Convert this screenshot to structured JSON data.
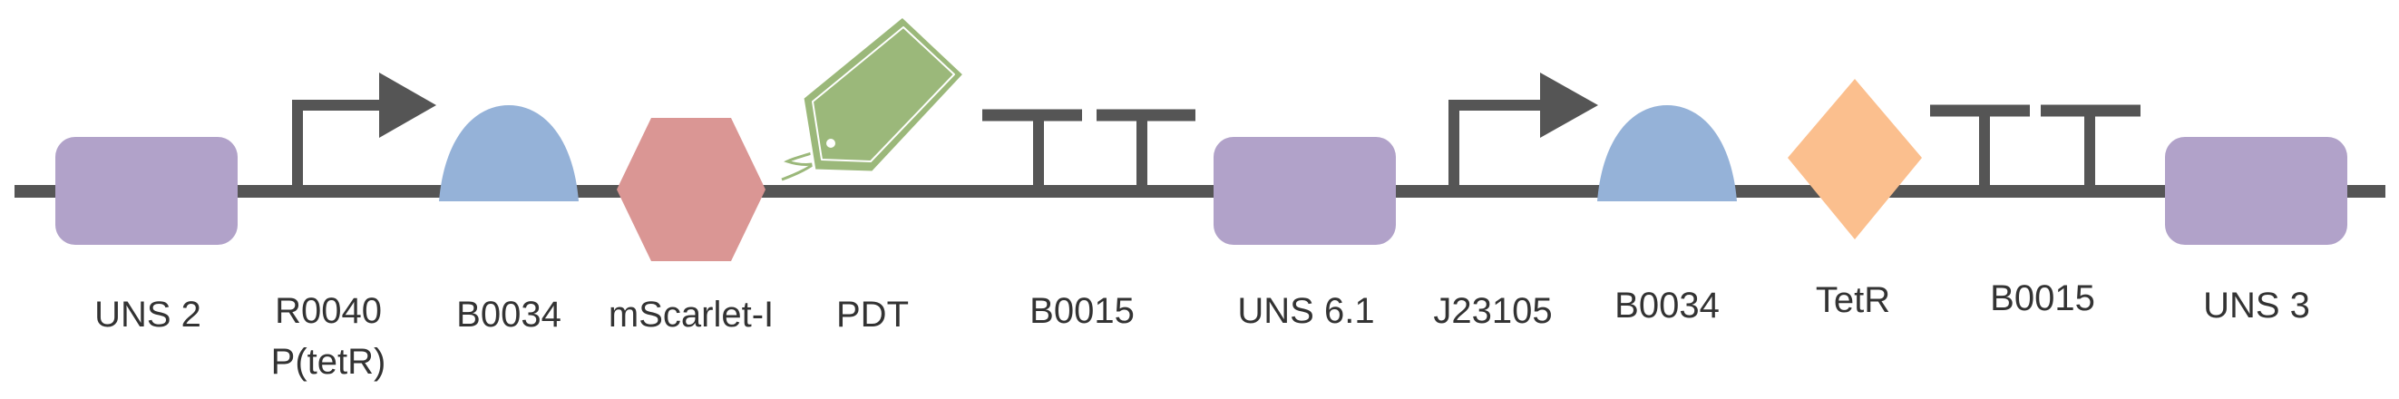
{
  "colors": {
    "backbone": "#555555",
    "uns": "#b1a2c9",
    "rbs": "#95b2d8",
    "cds_mscarlet": "#da9694",
    "tag": "#9bb87a",
    "tag_stroke": "#ffffff",
    "cds_tetr": "#fbbf8e",
    "label": "#333333"
  },
  "parts": [
    {
      "id": "uns2",
      "type": "uns",
      "icon": "rounded-rect-icon",
      "label": "UNS 2"
    },
    {
      "id": "r0040",
      "type": "promoter",
      "icon": "promoter-arrow-icon",
      "label": "R0040",
      "label2": "P(tetR)"
    },
    {
      "id": "b0034a",
      "type": "rbs",
      "icon": "rbs-dome-icon",
      "label": "B0034"
    },
    {
      "id": "mscarlet",
      "type": "cds",
      "icon": "hexagon-icon",
      "label": "mScarlet-I"
    },
    {
      "id": "pdt",
      "type": "tag",
      "icon": "tag-icon",
      "label": "PDT"
    },
    {
      "id": "b0015a",
      "type": "terminator",
      "icon": "double-terminator-icon",
      "label": "B0015"
    },
    {
      "id": "uns61",
      "type": "uns",
      "icon": "rounded-rect-icon",
      "label": "UNS 6.1"
    },
    {
      "id": "j23105",
      "type": "promoter",
      "icon": "promoter-arrow-icon",
      "label": "J23105"
    },
    {
      "id": "b0034b",
      "type": "rbs",
      "icon": "rbs-dome-icon",
      "label": "B0034"
    },
    {
      "id": "tetr",
      "type": "cds",
      "icon": "diamond-icon",
      "label": "TetR"
    },
    {
      "id": "b0015b",
      "type": "terminator",
      "icon": "double-terminator-icon",
      "label": "B0015"
    },
    {
      "id": "uns3",
      "type": "uns",
      "icon": "rounded-rect-icon",
      "label": "UNS 3"
    }
  ]
}
